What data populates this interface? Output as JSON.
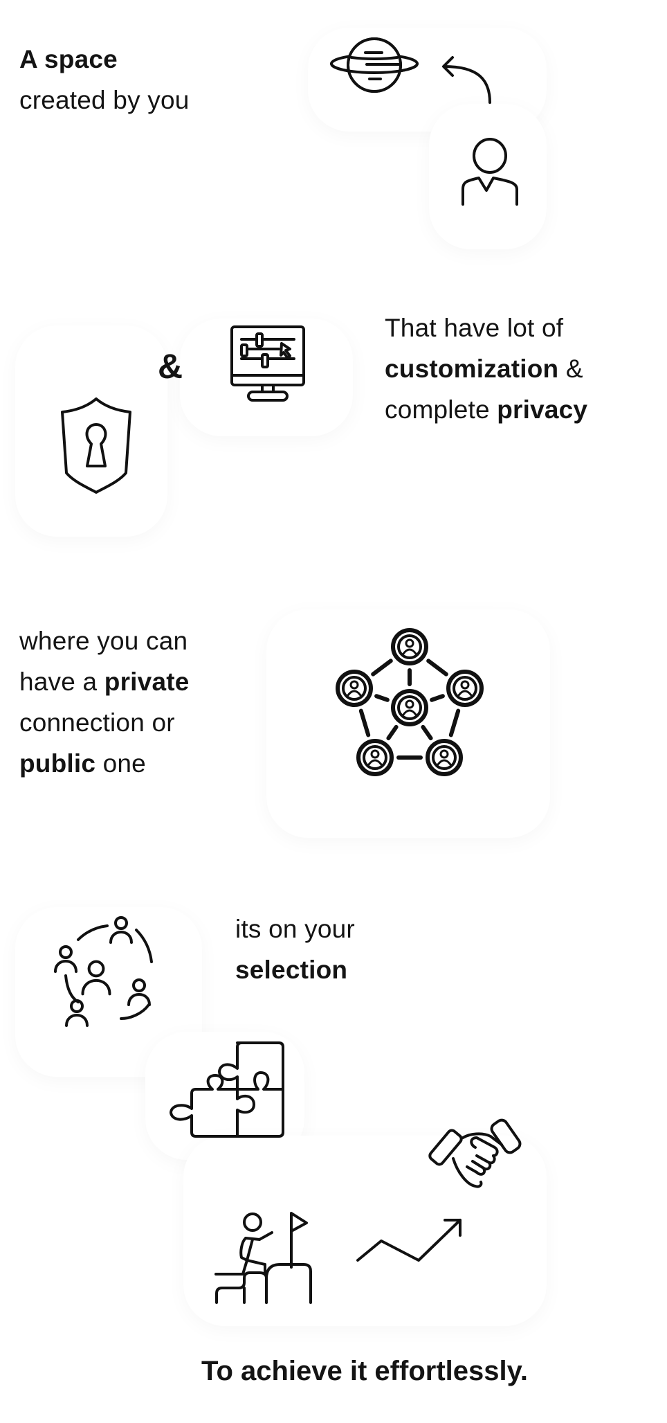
{
  "section1": {
    "bold": "A space",
    "regular": "created by you"
  },
  "section2": {
    "line1": "That have lot of",
    "bold1": "customization",
    "after_bold1": " &",
    "before_bold2": "complete ",
    "bold2": "privacy",
    "ampersand": "&"
  },
  "section3": {
    "line1": "where you can",
    "before_bold1": "have a ",
    "bold1": "private",
    "line3": "connection or",
    "bold2": "public",
    "after_bold2": " one"
  },
  "section4": {
    "line1": "its on your",
    "bold1": "selection"
  },
  "footer": {
    "tagline": "To achieve it effortlessly."
  },
  "icons": [
    "planet-icon",
    "curved-arrow-icon",
    "user-icon",
    "settings-monitor-icon",
    "shield-keyhole-icon",
    "network-icon",
    "community-circle-icon",
    "puzzle-icon",
    "handshake-icon",
    "climber-flag-icon",
    "trend-arrow-icon"
  ]
}
